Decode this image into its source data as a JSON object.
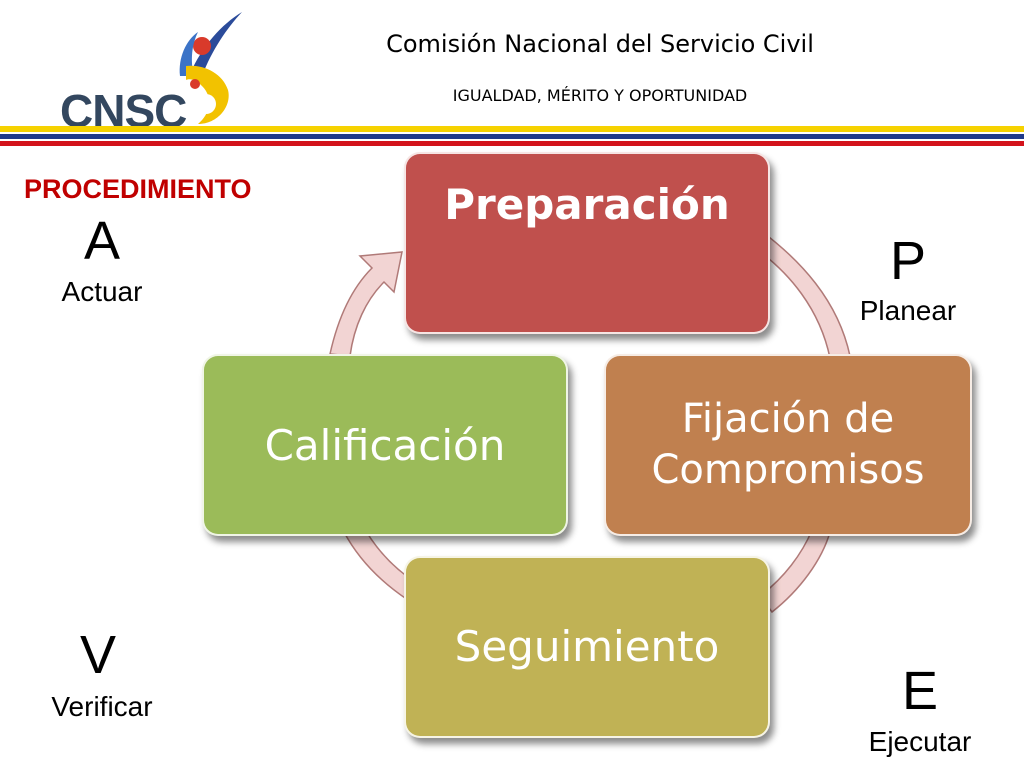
{
  "header": {
    "logo_text": "CNSC",
    "title": "Comisión Nacional del Servicio Civil",
    "motto": "IGUALDAD, MÉRITO Y OPORTUNIDAD"
  },
  "colors": {
    "stripe_yellow": "#f6d200",
    "stripe_blue": "#1f3a8a",
    "stripe_red": "#d3131b",
    "procedimiento_red": "#c00000",
    "preparacion": "#c0504d",
    "fijacion": "#c0804f",
    "seguimiento": "#c0b255",
    "calificacion": "#9bbb59",
    "cycle_arrow": "#f2d4d3"
  },
  "procedimiento": "PROCEDIMIENTO",
  "phda": {
    "a": {
      "letter": "A",
      "word": "Actuar"
    },
    "p": {
      "letter": "P",
      "word": "Planear"
    },
    "v": {
      "letter": "V",
      "word": "Verificar"
    },
    "e": {
      "letter": "E",
      "word": "Ejecutar"
    }
  },
  "cycle": {
    "preparacion": "Preparación",
    "fijacion": "Fijación de Compromisos",
    "seguimiento": "Seguimiento",
    "calificacion": "Calificación"
  }
}
